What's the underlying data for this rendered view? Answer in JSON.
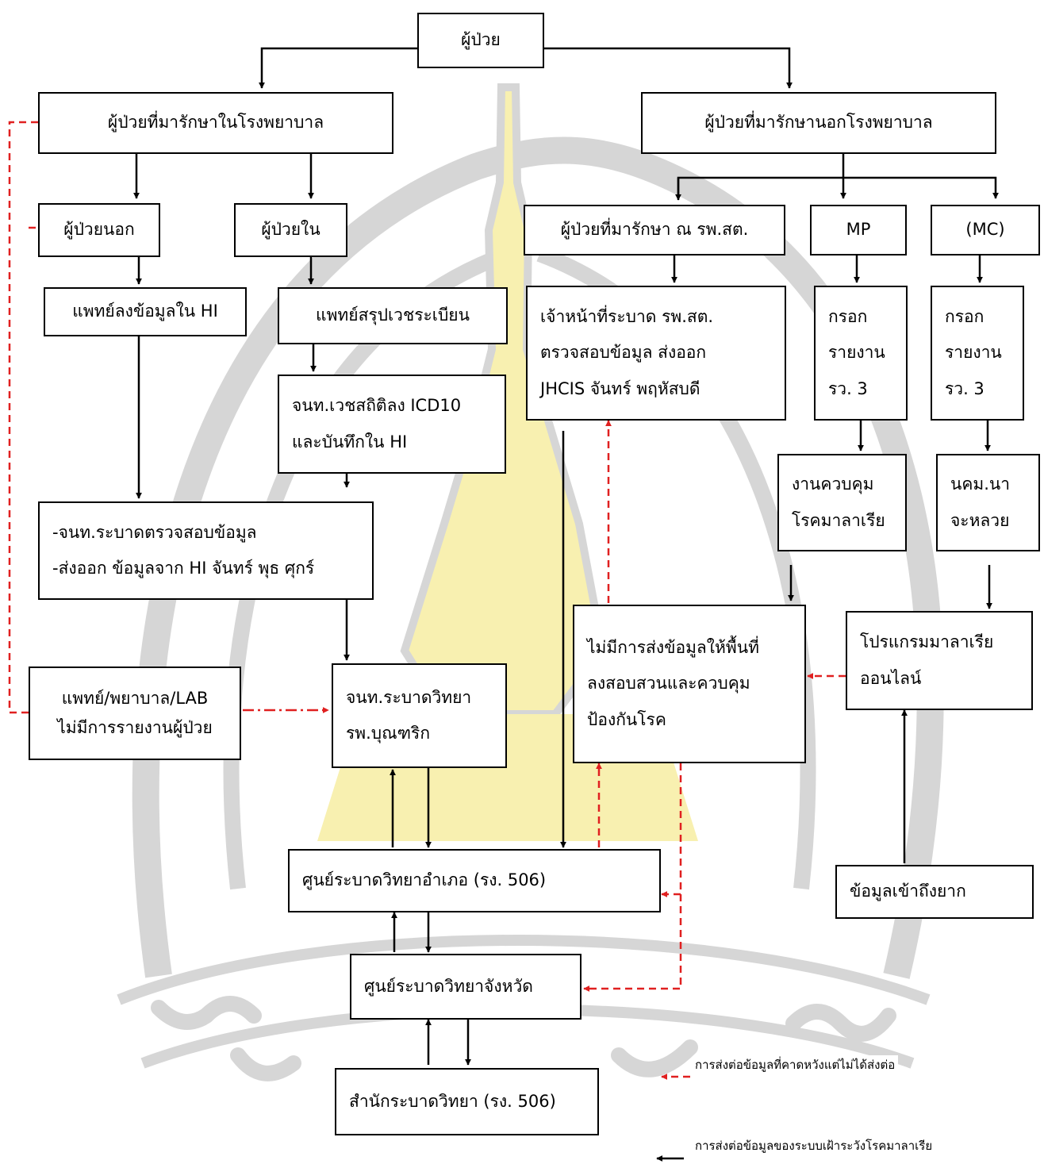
{
  "boxes": {
    "patient": "ผู้ป่วย",
    "in_hospital": "ผู้ป่วยที่มารักษาในโรงพยาบาล",
    "out_hospital": "ผู้ป่วยที่มารักษานอกโรงพยาบาล",
    "opd": "ผู้ป่วยนอก",
    "ipd": "ผู้ป่วยใน",
    "rpst_patient": "ผู้ป่วยที่มารักษา ณ รพ.สต.",
    "mp": "MP",
    "mc": "(MC)",
    "doctor_hi": "แพทย์ลงข้อมูลใน HI",
    "doctor_summary": "แพทย์สรุปเวชระเบียน",
    "rpst_staff": [
      "เจ้าหน้าที่ระบาด รพ.สต.",
      "ตรวจสอบข้อมูล ส่งออก",
      "JHCIS จันทร์ พฤหัสบดี"
    ],
    "mp_report": [
      "กรอก",
      "รายงาน",
      "รว. 3"
    ],
    "mc_report": [
      "กรอก",
      "รายงาน",
      "รว. 3"
    ],
    "stats_icd": [
      "จนท.เวชสถิติลง ICD10",
      "และบันทึกใน HI"
    ],
    "malaria_control": [
      "งานควบคุม",
      "โรคมาลาเรีย"
    ],
    "village_worker": [
      "นคม.นา",
      "จะหลวย"
    ],
    "epi_check": [
      "-จนท.ระบาดตรวจสอบข้อมูล",
      "-ส่งออก ข้อมูลจาก HI จันทร์ พุธ ศุกร์"
    ],
    "no_field_data": [
      "ไม่มีการส่งข้อมูลให้พื้นที่",
      "ลงสอบสวนและควบคุม",
      "ป้องกันโรค"
    ],
    "online_program": [
      "โปรแกรมมาลาเรีย",
      "ออนไลน์"
    ],
    "no_report": [
      "แพทย์/พยาบาล/LAB",
      "ไม่มีการรายงานผู้ป่วย"
    ],
    "epi_staff": [
      "จนท.ระบาดวิทยา",
      "รพ.บุณฑริก"
    ],
    "district_center": "ศูนย์ระบาดวิทยาอำเภอ (รง. 506)",
    "hard_access": "ข้อมูลเข้าถึงยาก",
    "province_center": "ศูนย์ระบาดวิทยาจังหวัด",
    "bureau": "สำนักระบาดวิทยา (รง. 506)"
  },
  "legend": {
    "dashed": "การส่งต่อข้อมูลที่คาดหวังแต่ไม่ได้ส่งต่อ",
    "solid": "การส่งต่อข้อมูลของระบบเฝ้าระวังโรคมาลาเรีย"
  },
  "watermark": {
    "text": "พหูนํ ... โต ... ขีว",
    "colors": {
      "gray": "#cfcfcf",
      "yellow": "#f8f0b0",
      "line": "#e23b3b"
    }
  }
}
